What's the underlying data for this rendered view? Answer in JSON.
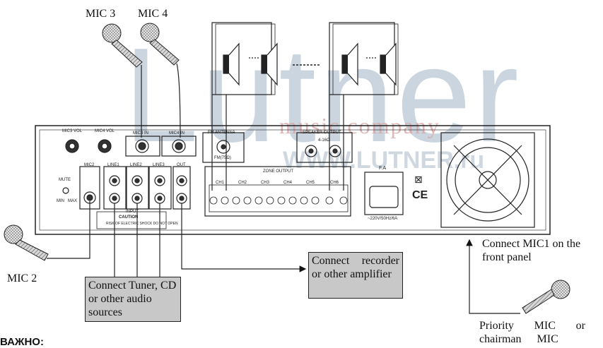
{
  "watermark": {
    "logo": "Lutner",
    "tagline": "music company",
    "url": "WWW.LUTNER.ru"
  },
  "mic_labels": {
    "mic3": "MIC 3",
    "mic4": "MIC 4",
    "mic2": "MIC 2"
  },
  "callouts": {
    "tuner": "Connect Tuner, CD or other audio sources",
    "recorder": "Connect recorder or other amplifier",
    "mic1": "Connect MIC1 on the front panel",
    "priority": "Priority MIC or chairman MIC"
  },
  "panel": {
    "mic3_vol": "MIC3 VOL",
    "mic4_vol": "MIC4 VOL",
    "mic3_in": "MIC3 IN",
    "mic4_in": "MIC4 IN",
    "fm_antenna": "FM ANTENNA",
    "fm_ohm": "FM(75Ω)",
    "speaker_output": "SPEAKER OUTPUT",
    "speaker_ohm": "4-16Ω",
    "mute": "MUTE",
    "mute_min": "MIN",
    "mute_max": "MAX",
    "mic2": "MIC2",
    "line1": "LINE1",
    "line2": "LINE2",
    "line3": "LINE3",
    "out": "OUT",
    "input": "INPUT",
    "caution": "CAUTION",
    "caution_sub": "RISK OF ELECTRIC SHOCK DO NOT OPEN",
    "zone_output": "ZONE OUTPUT",
    "channels": [
      "CH1",
      "CH2",
      "CH3",
      "CH4",
      "CH5",
      "CH6"
    ],
    "fuse": "F.A",
    "power": "~220V/50Hz/6A",
    "ce": "CE"
  },
  "footer": "ВАЖНО:"
}
